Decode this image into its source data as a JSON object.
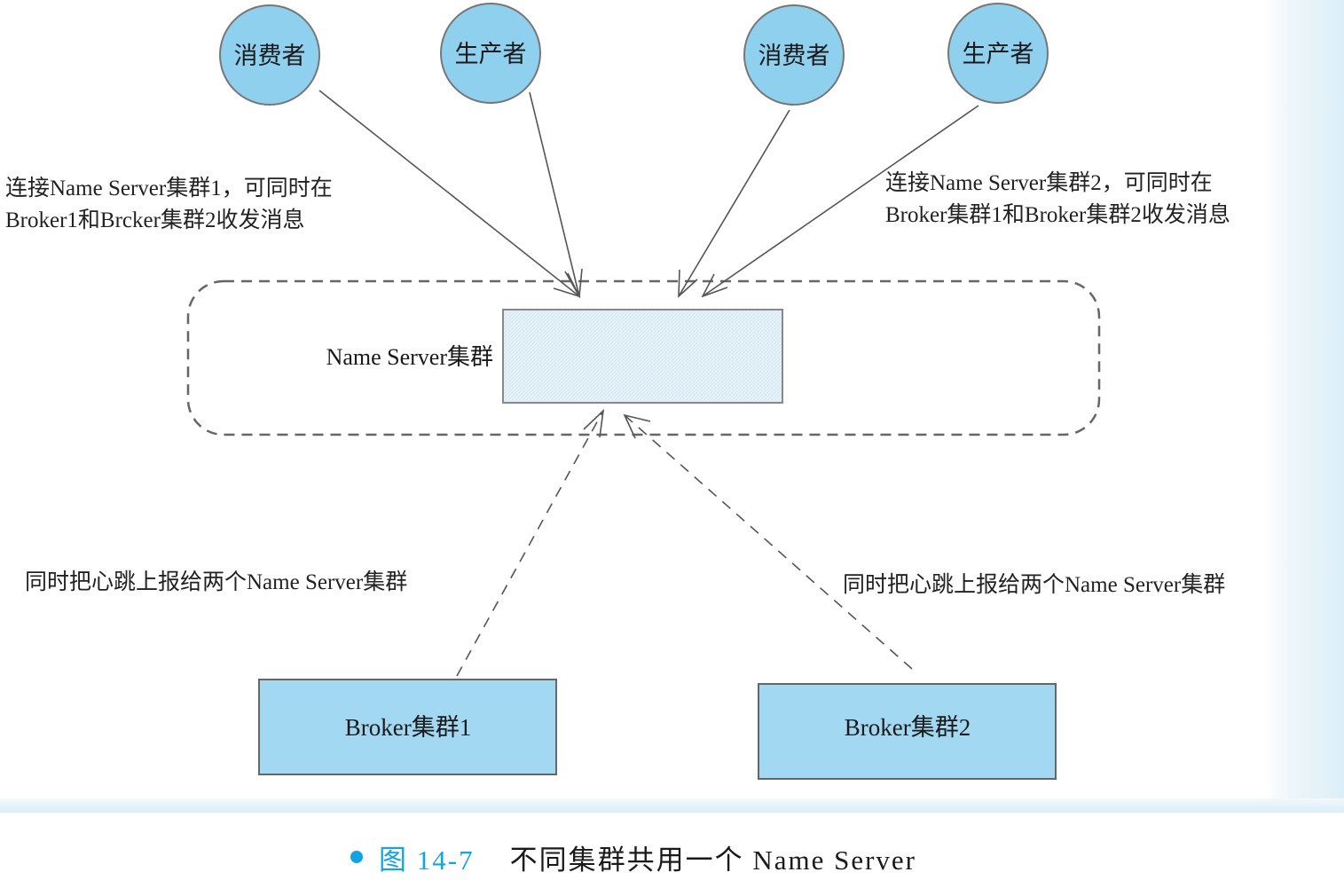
{
  "colors": {
    "client_fill": "#8fd0ef",
    "broker_fill": "#a3d8f3",
    "nameserver_fill": "#e6f3fb",
    "caption_accent": "#12a3e3",
    "line": "#555555"
  },
  "clients": [
    {
      "id": "consumer-1",
      "label": "消费者",
      "role": "consumer"
    },
    {
      "id": "producer-1",
      "label": "生产者",
      "role": "producer"
    },
    {
      "id": "consumer-2",
      "label": "消费者",
      "role": "consumer"
    },
    {
      "id": "producer-2",
      "label": "生产者",
      "role": "producer"
    }
  ],
  "annotations": {
    "left_top": [
      "连接Name Server集群1，可同时在",
      "Broker1和Brcker集群2收发消息"
    ],
    "right_top": [
      "连接Name Server集群2，可同时在",
      "Broker集群1和Broker集群2收发消息"
    ],
    "left_bottom": "同时把心跳上报给两个Name Server集群",
    "right_bottom": "同时把心跳上报给两个Name Server集群"
  },
  "name_server": {
    "label": "Name Server集群"
  },
  "brokers": [
    {
      "id": "broker-cluster-1",
      "label": "Broker集群1"
    },
    {
      "id": "broker-cluster-2",
      "label": "Broker集群2"
    }
  ],
  "edges": [
    {
      "from": "consumer-1",
      "to": "name-server",
      "style": "solid"
    },
    {
      "from": "producer-1",
      "to": "name-server",
      "style": "solid"
    },
    {
      "from": "consumer-2",
      "to": "name-server",
      "style": "solid"
    },
    {
      "from": "producer-2",
      "to": "name-server",
      "style": "solid"
    },
    {
      "from": "broker-cluster-1",
      "to": "name-server",
      "style": "dashed"
    },
    {
      "from": "broker-cluster-2",
      "to": "name-server",
      "style": "dashed"
    }
  ],
  "caption": {
    "figure_number": "图 14-7",
    "title": "不同集群共用一个 Name Server"
  }
}
